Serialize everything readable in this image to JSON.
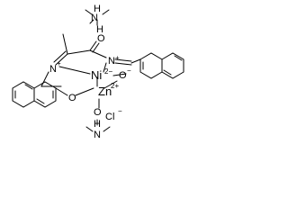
{
  "atoms": {
    "h": "H",
    "n": "N",
    "o": "O",
    "ni": "Ni",
    "zn": "Zn",
    "cl": "Cl"
  },
  "charges": {
    "plus": "+",
    "minus": "−",
    "two_minus": "2−",
    "two_plus": "2+"
  }
}
